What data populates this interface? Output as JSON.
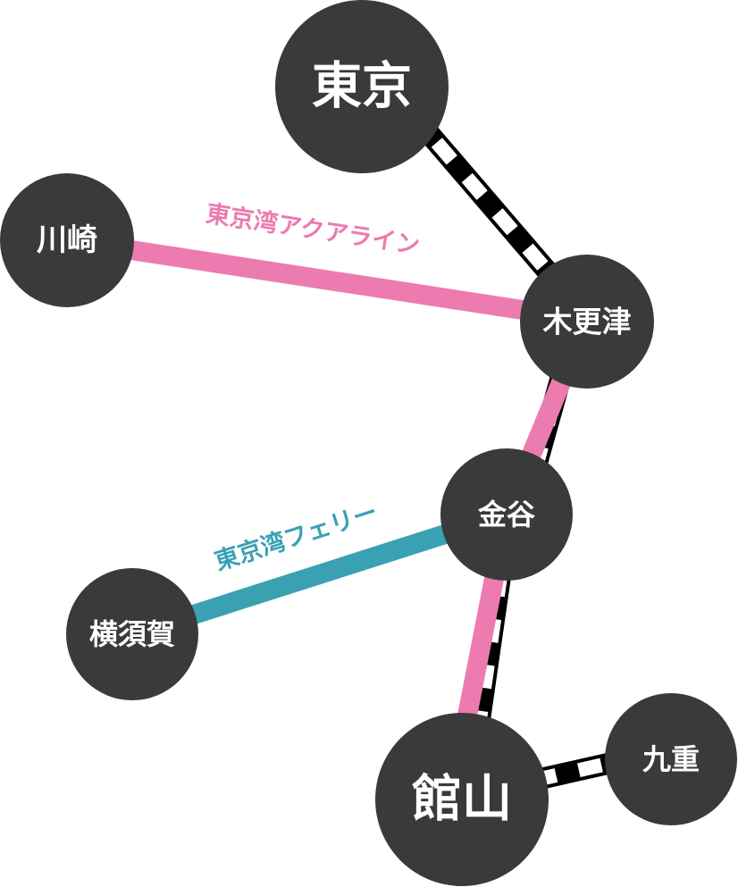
{
  "routes": {
    "aqualine": {
      "label": "東京湾アクアライン",
      "color": "#ec7bb0"
    },
    "ferry": {
      "label": "東京湾フェリー",
      "color": "#3aa1b3"
    }
  },
  "rail_color": "#000000",
  "station_color": "#3b3a3a",
  "stations": {
    "tokyo": "東京",
    "kawasaki": "川崎",
    "kisarazu": "木更津",
    "kanaya": "金谷",
    "yokosuka": "横須賀",
    "tateyama": "館山",
    "kujuu": "九重"
  }
}
